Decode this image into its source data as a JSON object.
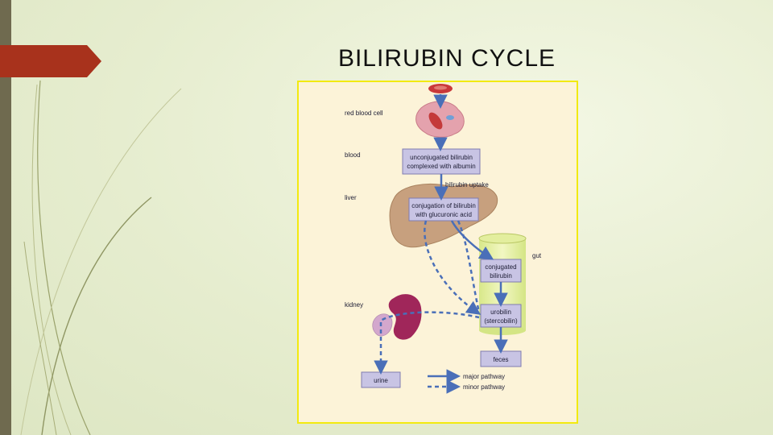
{
  "slide": {
    "title": "BILIRUBIN CYCLE",
    "colors": {
      "accent": "#a8321c",
      "side_bar": "#6f6a4f",
      "frame_border": "#f2ea10",
      "box_fill": "#c8c4e4",
      "arrow": "#4a6fb8"
    }
  },
  "diagram": {
    "row_labels": {
      "red_blood_cell": "red blood cell",
      "blood": "blood",
      "liver": "liver",
      "kidney": "kidney",
      "gut": "gut"
    },
    "boxes": {
      "unconjugated_line1": "unconjugated bilirubin",
      "unconjugated_line2": "complexed with albumin",
      "conjugation_line1": "conjugation of bilirubin",
      "conjugation_line2": "with glucuronic acid",
      "conjugated_line1": "conjugated",
      "conjugated_line2": "bilirubin",
      "urobilin_line1": "urobilin",
      "urobilin_line2": "(stercobilin)",
      "feces": "feces",
      "urine": "urine"
    },
    "annotations": {
      "uptake": "bilirubin uptake"
    },
    "legend": {
      "major": "major pathway",
      "minor": "minor pathway"
    },
    "icons": [
      "red-blood-cell-icon",
      "macrophage-icon",
      "liver-icon",
      "gut-cylinder-icon",
      "kidney-icon"
    ]
  }
}
